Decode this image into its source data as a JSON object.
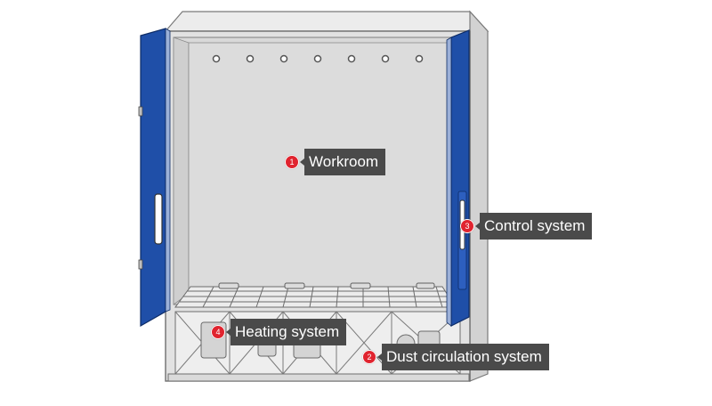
{
  "callouts": [
    {
      "number": "1",
      "label": "Workroom"
    },
    {
      "number": "2",
      "label": "Dust circulation system"
    },
    {
      "number": "3",
      "label": "Control system"
    },
    {
      "number": "4",
      "label": "Heating system"
    }
  ],
  "colors": {
    "door_blue": "#1f4fa8",
    "cabinet_grey": "#d9d9d9",
    "label_bg": "#4a4a4a",
    "badge_red": "#e0242f"
  }
}
